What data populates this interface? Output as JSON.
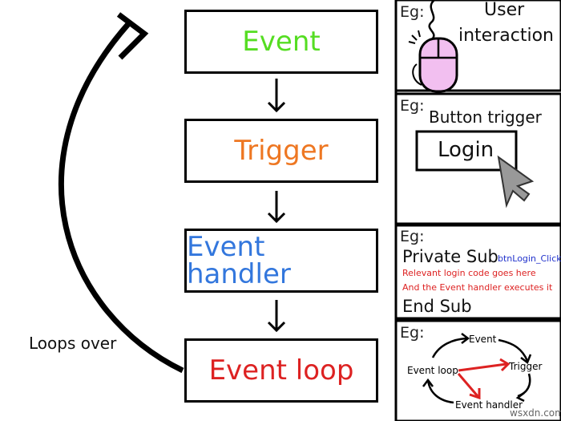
{
  "flow": {
    "steps": [
      {
        "label": "Event",
        "color": "#55dd22"
      },
      {
        "label": "Trigger",
        "color": "#ee7722"
      },
      {
        "label": "Event handler",
        "color": "#3377dd"
      },
      {
        "label": "Event loop",
        "color": "#dd2222"
      }
    ],
    "loop_label": "Loops over"
  },
  "panels": {
    "eg_label": "Eg:",
    "user": {
      "text_line1": "User",
      "text_line2": "interaction"
    },
    "button": {
      "title": "Button trigger",
      "button_label": "Login"
    },
    "code": {
      "line1": "Private Sub",
      "handler_name": "btnLogin_Click",
      "comment1": "Relevant login code goes here",
      "comment2": "And the Event handler executes it",
      "end": "End Sub"
    },
    "cycle": {
      "nodes": [
        "Event",
        "Trigger",
        "Event handler",
        "Event loop"
      ]
    }
  },
  "watermark": "wsxdn.com",
  "colors": {
    "code_blue": "#2233cc",
    "code_red": "#dd2222",
    "mouse_pink": "#f2bff0"
  }
}
